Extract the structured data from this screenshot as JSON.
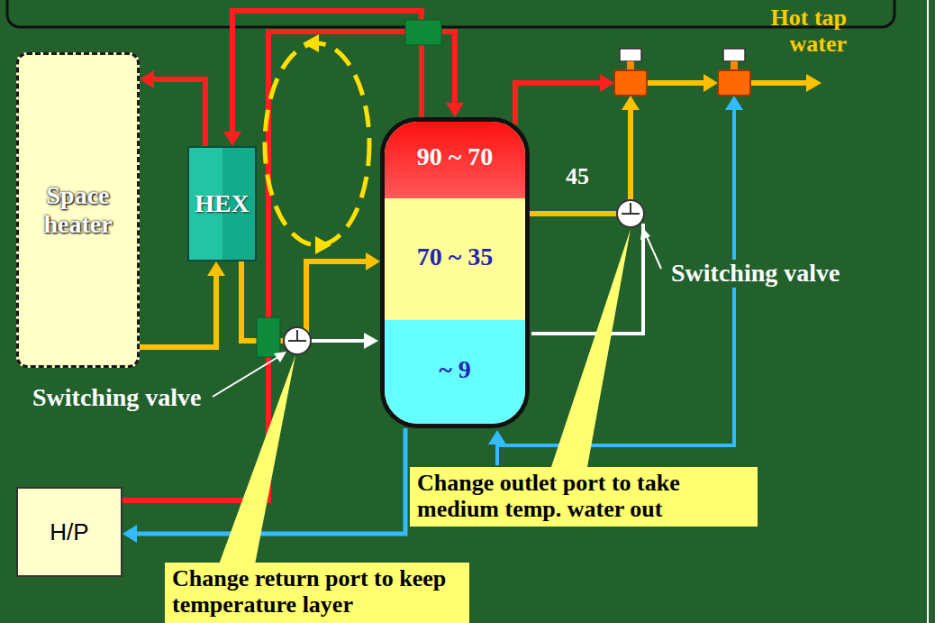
{
  "diagram": {
    "nodes": [
      {
        "text": [
          "Space heater"
        ]
      },
      {
        "text": [
          "HEX"
        ]
      },
      {
        "text": [
          "90 ~ 70",
          "70 ~ 35",
          "~ 9"
        ]
      },
      {
        "text": [
          "H/P"
        ]
      },
      {
        "text": [
          "Change outlet port to take medium temp. water out"
        ]
      },
      {
        "text": [
          "Change return port to keep temperature layer"
        ]
      }
    ],
    "edges": [
      {
        "from": 1,
        "to": 0,
        "arrow": "to"
      },
      {
        "from": 0,
        "to": 1,
        "arrow": "to"
      },
      {
        "from": 2,
        "to": 1,
        "arrow": "to"
      },
      {
        "from": 1,
        "to": 2,
        "arrow": "to"
      },
      {
        "from": 3,
        "to": 2,
        "arrow": "to"
      },
      {
        "from": 2,
        "to": 3,
        "arrow": "to"
      }
    ],
    "labels": [
      "Hot tap water",
      "45",
      "Switching valve",
      "Switching valve"
    ]
  }
}
